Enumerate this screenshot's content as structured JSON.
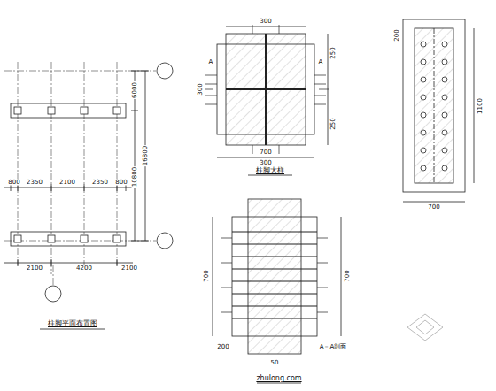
{
  "diagram": {
    "labels": [
      "6000",
      "16800",
      "10800",
      "800",
      "2350",
      "2100",
      "2350",
      "800",
      "2100",
      "4200",
      "2100",
      "柱脚平面布置图",
      "300",
      "250",
      "250",
      "300",
      "300",
      "700",
      "A",
      "A",
      "柱脚大样",
      "1100",
      "200",
      "700",
      "700",
      "700",
      "50",
      "200",
      "A－A剖面",
      "zhulong.com"
    ]
  }
}
